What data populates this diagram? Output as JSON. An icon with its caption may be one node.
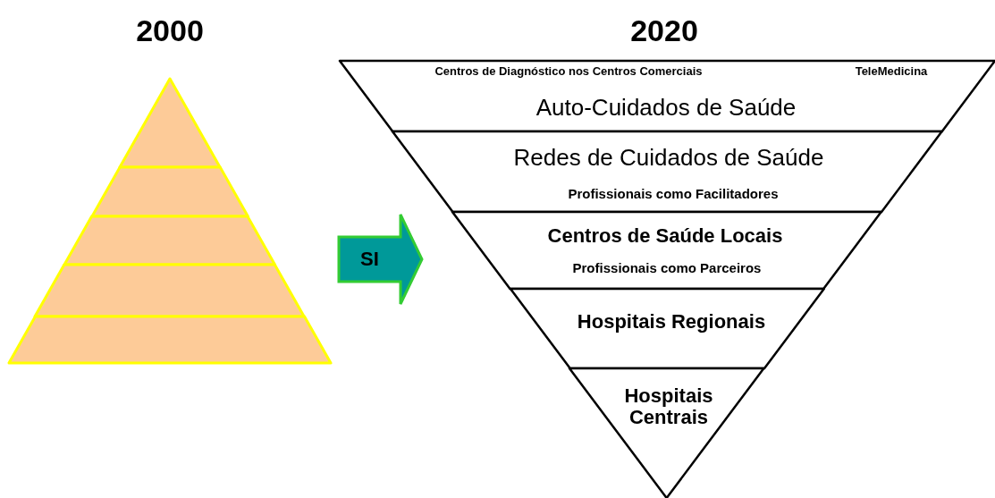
{
  "diagram": {
    "nodes": [
      {
        "text": [
          "2000"
        ]
      },
      {
        "text": [
          "2020"
        ]
      },
      {
        "text": [],
        "shape": "triangle",
        "in": 0
      },
      {
        "text": [],
        "shape": "band",
        "in": 0
      },
      {
        "text": [],
        "shape": "band",
        "in": 0
      },
      {
        "text": [],
        "shape": "band",
        "in": 0
      },
      {
        "text": [],
        "shape": "band",
        "in": 0
      },
      {
        "text": [
          "Centros de Diagnóstico nos Centros Comerciais",
          "TeleMedicina",
          "Auto-Cuidados de Saúde"
        ],
        "in": 1
      },
      {
        "text": [
          "Redes de Cuidados de Saúde",
          "Profissionais como Facilitadores"
        ],
        "in": 1
      },
      {
        "text": [
          "Centros de Saúde Locais",
          "Profissionais como Parceiros"
        ],
        "in": 1
      },
      {
        "text": [
          "Hospitais Regionais"
        ],
        "in": 1
      },
      {
        "text": [
          "Hospitais Centrais"
        ],
        "in": 1
      }
    ],
    "edges": [
      {
        "from": 0,
        "to": 1,
        "arrow": "to",
        "label": "SI"
      }
    ]
  }
}
